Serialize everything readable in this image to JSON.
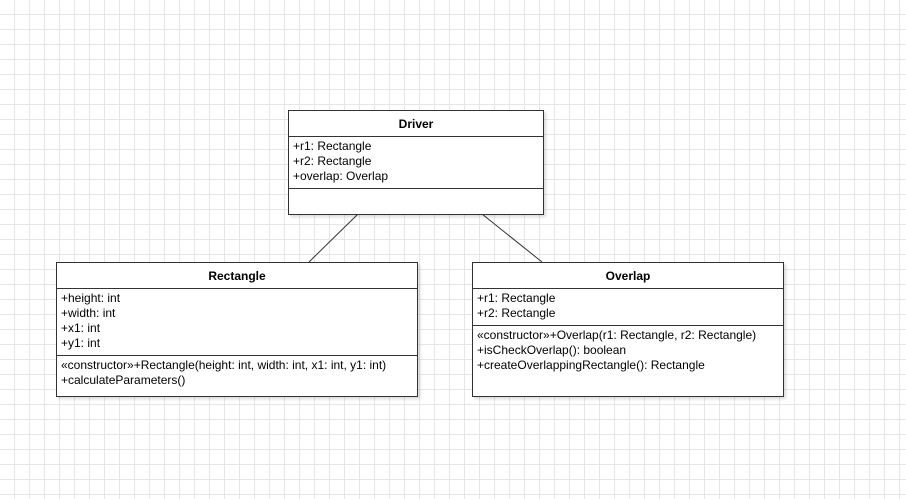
{
  "classes": {
    "driver": {
      "name": "Driver",
      "attributes": [
        "+r1: Rectangle",
        "+r2: Rectangle",
        "+overlap: Overlap"
      ],
      "methods": []
    },
    "rectangle": {
      "name": "Rectangle",
      "attributes": [
        "+height: int",
        "+width: int",
        "+x1: int",
        "+y1: int"
      ],
      "methods": [
        "«constructor»+Rectangle(height: int, width: int, x1: int, y1: int)",
        "+calculateParameters()"
      ]
    },
    "overlap": {
      "name": "Overlap",
      "attributes": [
        "+r1: Rectangle",
        "+r2: Rectangle"
      ],
      "methods": [
        "«constructor»+Overlap(r1: Rectangle, r2: Rectangle)",
        "+isCheckOverlap(): boolean",
        "+createOverlappingRectangle(): Rectangle"
      ]
    }
  },
  "colors": {
    "border": "#333333",
    "grid": "#e6e6e6",
    "background": "#ffffff"
  }
}
